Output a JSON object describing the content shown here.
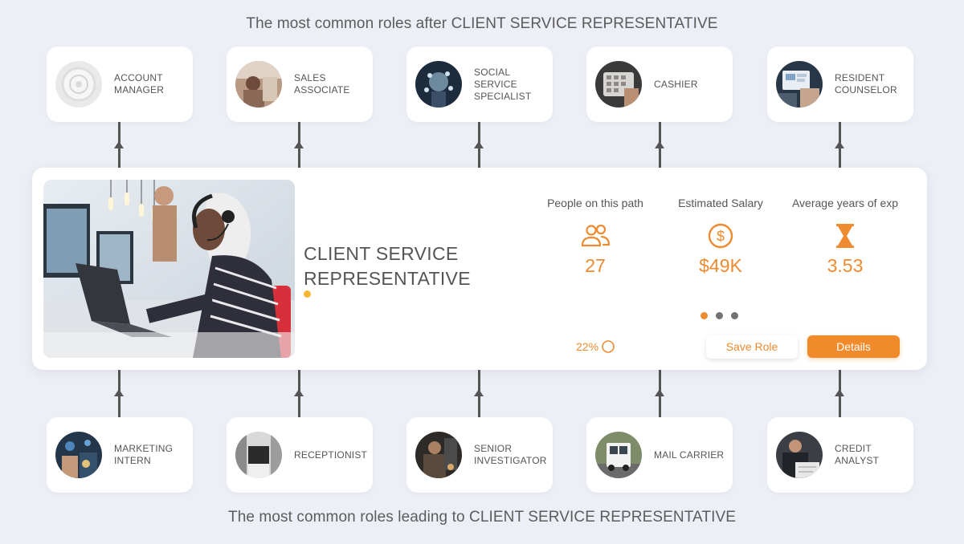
{
  "top_heading": "The most common roles after CLIENT SERVICE REPRESENTATIVE",
  "bottom_heading": "The most common roles leading to CLIENT SERVICE REPRESENTATIVE",
  "next_roles": [
    {
      "label": "ACCOUNT MANAGER"
    },
    {
      "label": "SALES ASSOCIATE"
    },
    {
      "label": "SOCIAL SERVICE SPECIALIST"
    },
    {
      "label": "CASHIER"
    },
    {
      "label": "RESIDENT COUNSELOR"
    }
  ],
  "previous_roles": [
    {
      "label": "MARKETING INTERN"
    },
    {
      "label": "RECEPTIONIST"
    },
    {
      "label": "SENIOR INVESTIGATOR"
    },
    {
      "label": "MAIL CARRIER"
    },
    {
      "label": "CREDIT ANALYST"
    }
  ],
  "current_role": {
    "title": "CLIENT SERVICE REPRESENTATIVE",
    "stats": {
      "people": {
        "label": "People on this path",
        "value": "27",
        "icon": "people-icon"
      },
      "salary": {
        "label": "Estimated Salary",
        "value": "$49K",
        "icon": "dollar-circle-icon"
      },
      "years": {
        "label": "Average years of exp",
        "value": "3.53",
        "icon": "hourglass-icon"
      }
    },
    "match_percent": "22%",
    "save_label": "Save Role",
    "details_label": "Details",
    "active_page": 1,
    "page_count": 3
  },
  "colors": {
    "accent": "#ee8a2f",
    "title_dot": "#f5b731",
    "background": "#eceff6"
  }
}
